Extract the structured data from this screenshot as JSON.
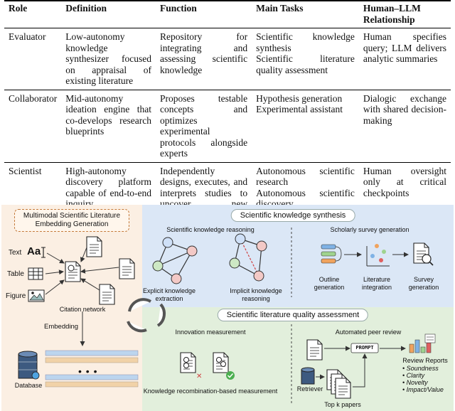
{
  "table": {
    "headers": [
      "Role",
      "Definition",
      "Function",
      "Main Tasks",
      "Human–LLM Relationship"
    ],
    "rows": [
      {
        "role": "Evaluator",
        "definition": "Low-autonomy knowledge synthesizer focused on appraisal of existing literature",
        "function": "Repository for integrating and assessing scientific knowledge",
        "tasks": [
          "Scientific knowledge synthesis",
          "Scientific literature quality assessment"
        ],
        "relationship": "Human specifies query; LLM delivers analytic summaries"
      },
      {
        "role": "Collaborator",
        "definition": "Mid-autonomy ideation engine that co-develops research blueprints",
        "function": "Proposes testable concepts and optimizes experimental protocols alongside experts",
        "tasks": [
          "Hypothesis generation",
          "Experimental assistant"
        ],
        "relationship": "Dialogic exchange with shared decision-making"
      },
      {
        "role": "Scientist",
        "definition": "High-autonomy discovery platform capable of end-to-end inquiry",
        "function": "Independently designs, executes, and interprets studies to uncover new knowledge",
        "tasks": [
          "Autonomous scientific research",
          "Autonomous scientific discovery"
        ],
        "relationship": "Human oversight only at critical checkpoints"
      }
    ]
  },
  "figure": {
    "left": {
      "title": "Multimodal Scientific Literature Embedding Generation",
      "modalities": [
        "Text",
        "Table",
        "Figure"
      ],
      "text_glyph": "Aa",
      "citation_label": "Citation network",
      "embedding_label": "Embedding",
      "database_label": "Database",
      "ellipsis": "• • •"
    },
    "top": {
      "title": "Scientific knowledge synthesis",
      "reasoning_title": "Scientific knowledge reasoning",
      "explicit_label": "Explicit knowledge extraction",
      "implicit_label": "Implicit knowledge reasoning",
      "survey_title": "Scholarly survey generation",
      "steps": [
        "Outline generation",
        "Literature integration",
        "Survey generation"
      ]
    },
    "bottom": {
      "title": "Scientific literature quality assessment",
      "innovation_title": "Innovation measurement",
      "recomb_label": "Knowledge recombination-based measurement",
      "peer_title": "Automated peer review",
      "prompt_label": "PROMPT",
      "retriever_label": "Retriever",
      "topk_label": "Top k papers",
      "review_title": "Review Reports",
      "review_items": [
        "Soundness",
        "Clarity",
        "Novelty",
        "Impact/Value"
      ]
    },
    "colors": {
      "left_bg": "#fbefe3",
      "top_bg": "#dbe7f6",
      "bottom_bg": "#e2efdc",
      "node_red": "#f3c9c6",
      "node_green": "#cde8c4",
      "node_blue": "#cfe0f7",
      "edge_dashed": "#d04040"
    }
  }
}
